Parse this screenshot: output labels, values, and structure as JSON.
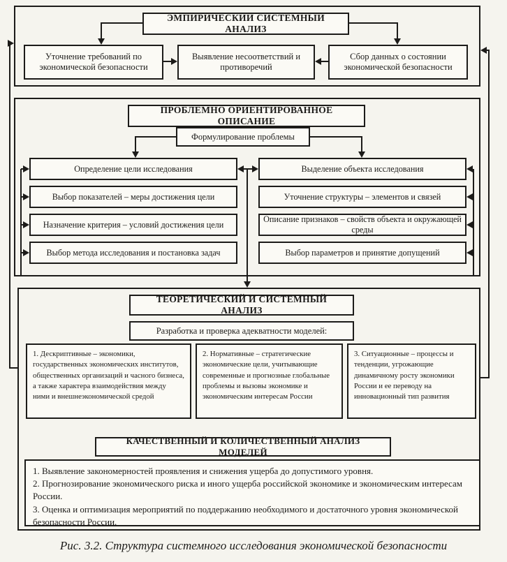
{
  "palette": {
    "ink": "#1c1b19",
    "paper": "#f5f4ee",
    "box_fill": "#fbfaf5"
  },
  "sections": {
    "empirical": {
      "title": "ЭМПИРИЧЕСКИЙ СИСТЕМНЫЙ АНАЛИЗ",
      "boxes": {
        "refine": "Уточнение требований по экономической безопасности",
        "mismatch": "Выявление несоответствий и противоречий",
        "collect": "Сбор данных о состоянии экономической безопасности"
      }
    },
    "problem": {
      "title": "ПРОБЛЕМНО ОРИЕНТИРОВАННОЕ ОПИСАНИЕ",
      "formulation": "Формулирование проблемы",
      "left_column": [
        "Определение цели исследования",
        "Выбор показателей – меры достижения цели",
        "Назначение критерия – условий достижения цели",
        "Выбор метода исследования и постановка задач"
      ],
      "right_column": [
        "Выделение объекта исследования",
        "Уточнение структуры – элементов и связей",
        "Описание признаков – свойств объекта и окружающей среды",
        "Выбор параметров и принятие допущений"
      ]
    },
    "theoretical": {
      "title": "ТЕОРЕТИЧЕСКИЙ И СИСТЕМНЫЙ АНАЛИЗ",
      "subtitle": "Разработка и проверка адекватности моделей:",
      "models": [
        "1. Дескриптивные – экономики, государственных экономических институтов, общественных организаций и часного бизнеса, а также характера взаимодействия между ними и внешнеэкономической средой",
        "2. Нормативные – стратегические экономические цели, учитывающие современные и прогнозные глобальные проблемы и вызовы экономике и экономическим интересам России",
        "3. Ситуационные – процессы и тенденции, угрожающие динамичному росту экономики России и ее переводу на инновационный тип развития"
      ]
    },
    "qualitative": {
      "title": "КАЧЕСТВЕННЫЙ И КОЛИЧЕСТВЕННЫЙ АНАЛИЗ МОДЕЛЕЙ",
      "items": [
        "1. Выявление закономерностей проявления и снижения ущерба до допустимого уровня.",
        "2. Прогнозирование экономического риска и иного ущерба российской экономике и экономическим интересам России.",
        "3. Оценка и оптимизация мероприятий по поддержанию необходимого и достаточного уровня экономической безопасности России."
      ]
    }
  },
  "caption": "Рис. 3.2. Структура системного исследования экономической безопасности"
}
